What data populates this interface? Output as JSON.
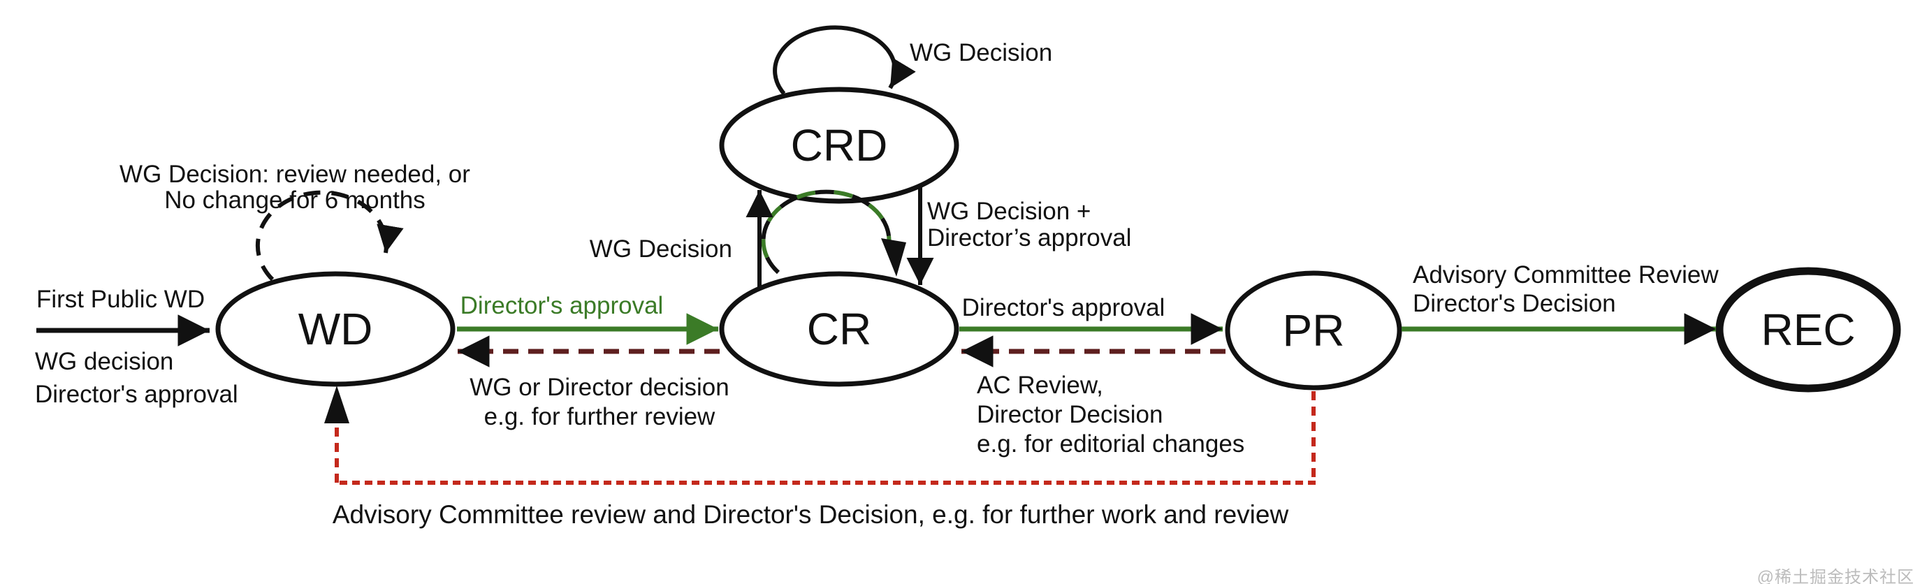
{
  "nodes": {
    "wd": "WD",
    "crd": "CRD",
    "cr": "CR",
    "pr": "PR",
    "rec": "REC"
  },
  "labels": {
    "first_public_wd": "First Public WD",
    "entry_line1": "WG decision",
    "entry_line2": "Director's approval",
    "wd_loop_line1": "WG Decision: review needed, or",
    "wd_loop_line2": "No change for 6 months",
    "wd_to_cr": "Director's approval",
    "cr_to_wd_line1": "WG or Director decision",
    "cr_to_wd_line2": "e.g. for further review",
    "cr_to_crd": "WG Decision",
    "crd_loop": "WG Decision",
    "crd_to_cr_line1": "WG Decision +",
    "crd_to_cr_line2": "Director’s approval",
    "cr_to_pr": "Director's approval",
    "pr_to_cr_line1": "AC Review,",
    "pr_to_cr_line2": "Director Decision",
    "pr_to_cr_line3": "e.g. for editorial changes",
    "pr_to_rec_line1": "Advisory Committee Review",
    "pr_to_rec_line2": "Director's Decision",
    "bottom_loop": "Advisory Committee review and Director's Decision, e.g. for further work and review"
  },
  "watermark": "@稀土掘金技术社区",
  "colors": {
    "ink": "#111111",
    "green": "#3b7b27",
    "maroon": "#5e1f1f",
    "red": "#c4291c",
    "watermark_gray": "#bcbcbc"
  }
}
